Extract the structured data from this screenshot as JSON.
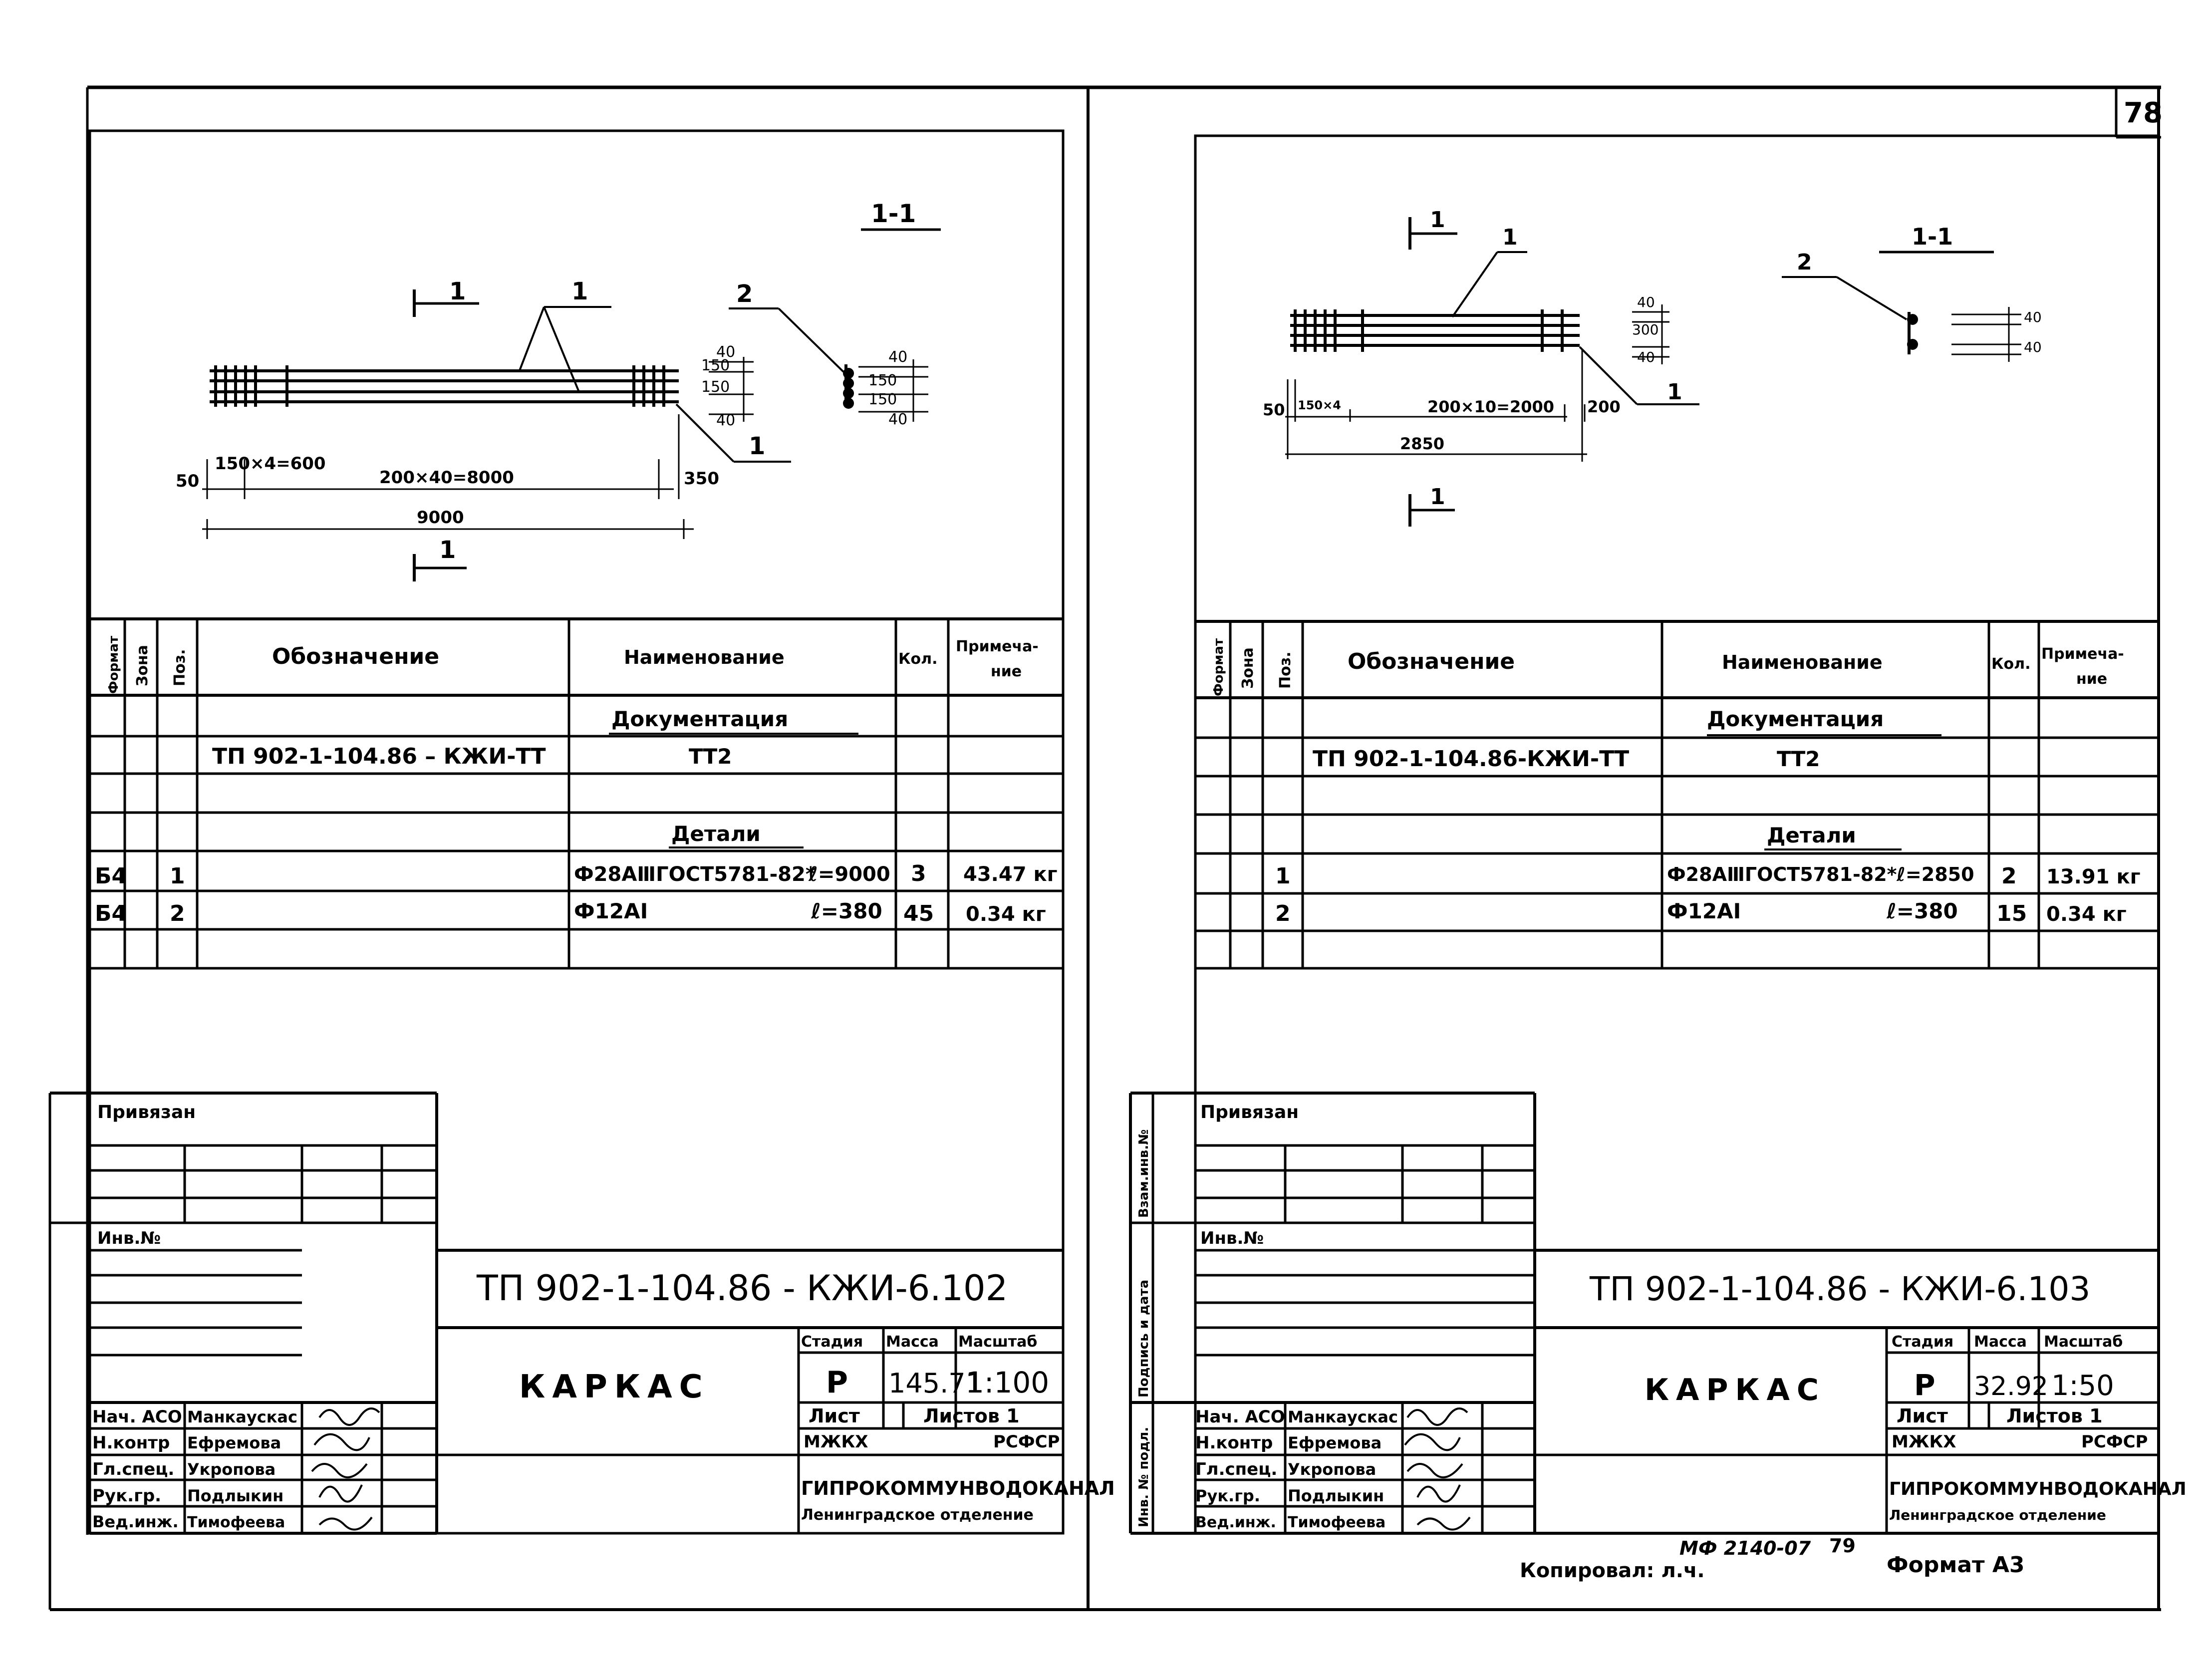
{
  "page_number": "78",
  "footer": {
    "copied_by": "Копировал: л.ч.",
    "mf_code": "МФ 2140-07",
    "mf_num": "79",
    "format": "Формат А3"
  },
  "headers": {
    "format": "Формат",
    "zone": "Зона",
    "pos": "Поз.",
    "designation": "Обозначение",
    "name": "Наименование",
    "qty": "Кол.",
    "note_1": "Примеча-",
    "note_2": "ние"
  },
  "side_labels": {
    "vzam": "Взам.инв.№",
    "podp": "Подпись и дата",
    "inv": "Инв. № подл."
  },
  "sheets": [
    {
      "drawing": {
        "section_label": "1-1",
        "cut_mark": "1",
        "callout_1": "1",
        "callout_2": "2",
        "callout_1b": "1",
        "dims_left": [
          "40",
          "150",
          "150",
          "40"
        ],
        "dims_right": [
          "40",
          "150",
          "150",
          "40"
        ],
        "dim_50": "50",
        "dim_pitch_a": "150×4=600",
        "dim_pitch_b": "200×40=8000",
        "dim_end": "350",
        "dim_total": "9000"
      },
      "spec": {
        "section_docs": "Документация",
        "section_parts": "Детали",
        "doc_designation": "ТП 902-1-104.86 – КЖИ-ТТ",
        "doc_name": "ТТ2",
        "rows": [
          {
            "format": "Б4",
            "pos": "1",
            "name": "Ф28АⅢГОСТ5781-82*",
            "length": "ℓ=9000",
            "qty": "3",
            "note": "43.47 кг"
          },
          {
            "format": "Б4",
            "pos": "2",
            "name": "Ф12АI",
            "length": "ℓ=380",
            "qty": "45",
            "note": "0.34 кг"
          }
        ]
      },
      "title_block": {
        "privyazan": "Привязан",
        "inv_no": "Инв.№",
        "code": "ТП 902-1-104.86 - КЖИ-6.102",
        "title": "КАРКАС",
        "stage_h": "Стадия",
        "mass_h": "Масса",
        "scale_h": "Масштаб",
        "stage": "Р",
        "mass": "145.71",
        "scale": "1:100",
        "sheet_h": "Лист",
        "sheets_h": "Листов 1",
        "org1a": "МЖКХ",
        "org1b": "РСФСР",
        "org2": "ГИПРОКОММУНВОДОКАНАЛ",
        "org3": "Ленинградское отделение",
        "roles": [
          "Нач. АСО",
          "Н.контр",
          "Гл.спец.",
          "Рук.гр.",
          "Вед.инж."
        ],
        "names": [
          "Манкаускас",
          "Ефремова",
          "Укропова",
          "Подлыкин",
          "Тимофеева"
        ]
      }
    },
    {
      "drawing": {
        "section_label": "1-1",
        "cut_mark": "1",
        "callout_1": "1",
        "callout_2": "2",
        "callout_1b": "1",
        "dims_left": [
          "40",
          "300",
          "40"
        ],
        "dims_right": [
          "40",
          "40"
        ],
        "dim_50": "50",
        "dim_pitch_a": "150×4",
        "dim_pitch_b": "200×10=2000",
        "dim_end": "200",
        "dim_total": "2850"
      },
      "spec": {
        "section_docs": "Документация",
        "section_parts": "Детали",
        "doc_designation": "ТП 902-1-104.86-КЖИ-ТТ",
        "doc_name": "ТТ2",
        "rows": [
          {
            "format": "",
            "pos": "1",
            "name": "Ф28АⅢГОСТ5781-82*",
            "length": "ℓ=2850",
            "qty": "2",
            "note": "13.91 кг"
          },
          {
            "format": "",
            "pos": "2",
            "name": "Ф12АI",
            "length": "ℓ=380",
            "qty": "15",
            "note": "0.34 кг"
          }
        ]
      },
      "title_block": {
        "privyazan": "Привязан",
        "inv_no": "Инв.№",
        "code": "ТП 902-1-104.86 - КЖИ-6.103",
        "title": "КАРКАС",
        "stage_h": "Стадия",
        "mass_h": "Масса",
        "scale_h": "Масштаб",
        "stage": "Р",
        "mass": "32.92",
        "scale": "1:50",
        "sheet_h": "Лист",
        "sheets_h": "Листов 1",
        "org1a": "МЖКХ",
        "org1b": "РСФСР",
        "org2": "ГИПРОКОММУНВОДОКАНАЛ",
        "org3": "Ленинградское отделение",
        "roles": [
          "Нач. АСО",
          "Н.контр",
          "Гл.спец.",
          "Рук.гр.",
          "Вед.инж."
        ],
        "names": [
          "Манкаускас",
          "Ефремова",
          "Укропова",
          "Подлыкин",
          "Тимофеева"
        ]
      }
    }
  ]
}
